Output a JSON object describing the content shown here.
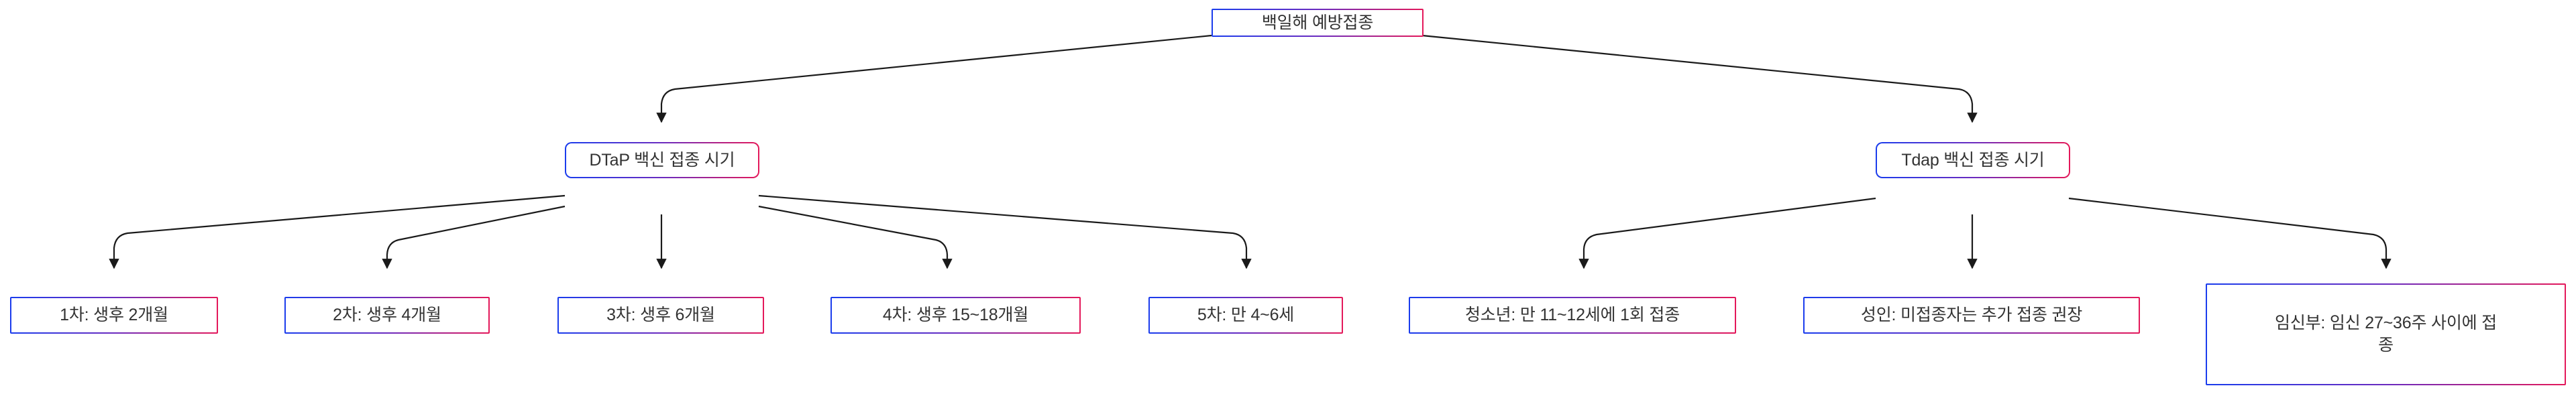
{
  "diagram": {
    "title": "백일해 예방접종",
    "type": "flowchart-tree",
    "direction": "top-down",
    "theme": {
      "background": "#ffffff",
      "node_fill": "#ffffff",
      "node_text": "#333333",
      "border_gradient_start": "#1a3ced",
      "border_gradient_mid": "#6a2bc0",
      "border_gradient_end": "#e4185a",
      "edge_color": "#1a1a1a"
    },
    "nodes": {
      "root": {
        "label": "백일해 예방접종"
      },
      "level1": [
        {
          "id": "dtap",
          "label": "DTaP 백신 접종 시기"
        },
        {
          "id": "tdap",
          "label": "Tdap 백신 접종 시기"
        }
      ],
      "dtap_children": [
        {
          "id": "d1",
          "label": "1차: 생후 2개월"
        },
        {
          "id": "d2",
          "label": "2차: 생후 4개월"
        },
        {
          "id": "d3",
          "label": "3차: 생후 6개월"
        },
        {
          "id": "d4",
          "label": "4차: 생후 15~18개월"
        },
        {
          "id": "d5",
          "label": "5차: 만 4~6세"
        }
      ],
      "tdap_children": [
        {
          "id": "t1",
          "label": "청소년: 만 11~12세에 1회 접종"
        },
        {
          "id": "t2",
          "label": "성인: 미접종자는 추가 접종 권장"
        },
        {
          "id": "t3",
          "label": "임신부: 임신 27~36주 사이에 접\n종"
        }
      ]
    }
  }
}
